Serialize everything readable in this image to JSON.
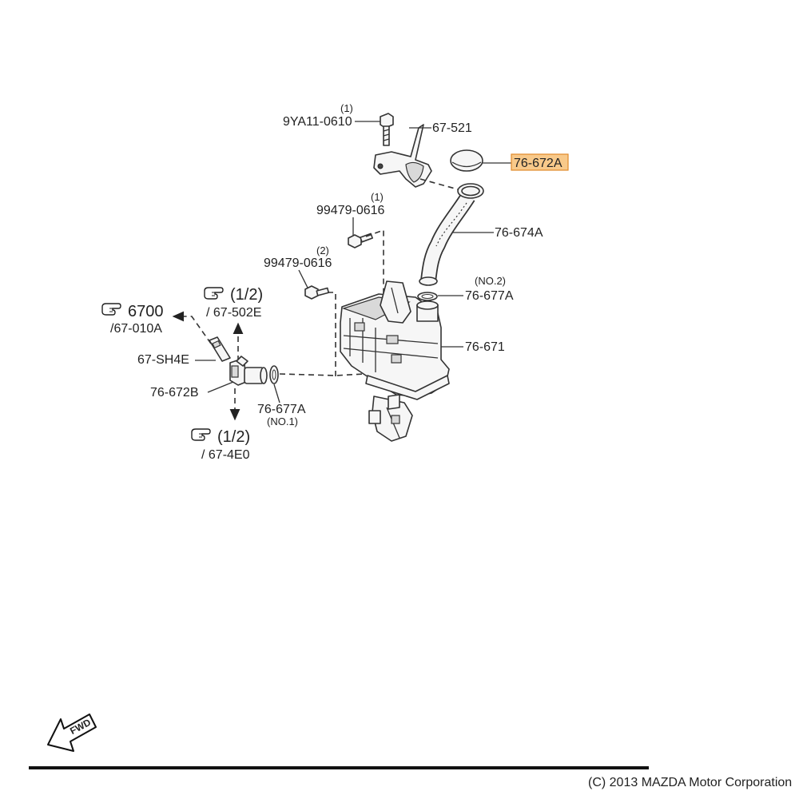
{
  "labels": {
    "bolt_top_qty": "(1)",
    "bolt_top_part": "9YA11-0610",
    "bracket": "67-521",
    "cap": "76-672A",
    "bolt_mid_qty": "(1)",
    "bolt_mid_part": "99479-0616",
    "hose": "76-674A",
    "bolt_low_qty": "(2)",
    "bolt_low_part": "99479-0616",
    "seal_no2_note": "(NO.2)",
    "seal_no2": "76-677A",
    "tank": "76-671",
    "ref_up_page": "(1/2)",
    "ref_up_section": "/ 67-502E",
    "ref_left_page": "6700",
    "ref_left_section": "/67-010A",
    "connector": "67-SH4E",
    "pump": "76-672B",
    "seal_no1": "76-677A",
    "seal_no1_note": "(NO.1)",
    "ref_down_page": "(1/2)",
    "ref_down_section": "/ 67-4E0",
    "fwd": "FWD",
    "copyright": "(C) 2013 MAZDA Motor Corporation"
  },
  "colors": {
    "highlight_fill": "#f8c98a",
    "highlight_border": "#e08a2a",
    "line": "#333333"
  },
  "icons": [
    "pointing-hand-icon",
    "fwd-arrow-icon"
  ]
}
